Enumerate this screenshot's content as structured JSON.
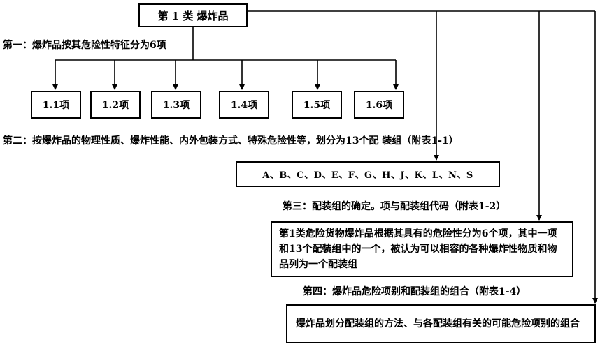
{
  "root": {
    "label": "第 1 类  爆炸品"
  },
  "step1": {
    "label": "第一：爆炸品按其危险性特征分为6项"
  },
  "divisions": [
    "1.1项",
    "1.2项",
    "1.3项",
    "1.4项",
    "1.5项",
    "1.6项"
  ],
  "step2": {
    "label": "第二：按爆炸品的物理性质、爆炸性能、内外包装方式、特殊危险性等，划分为13个配  装组（附表1-1）"
  },
  "groups": {
    "label": "A、B、C、D、E、F、G、H、J、K、L、N、S"
  },
  "step3": {
    "label": "第三：配装组的确定。项与配装组代码（附表1-2）"
  },
  "rule": {
    "text": "第1类危险货物爆炸品根据其具有的危险性分为6个项，其中一项和13个配装组中的一个，被认为可以相容的各种爆炸性物质和物品列为一个配装组"
  },
  "step4": {
    "label": "第四：爆炸品危险项别和配装组的组合（附表1-4）"
  },
  "combo": {
    "text": "爆炸品划分配装组的方法、与各配装组有关的可能危险项别的组合"
  }
}
